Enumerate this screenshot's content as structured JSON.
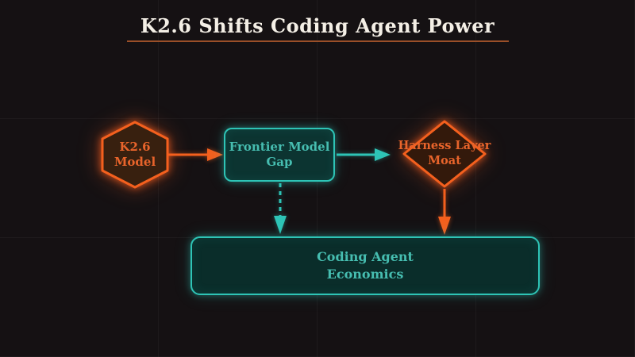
{
  "title": "K2.6 Shifts Coding Agent Power",
  "colors": {
    "background": "#151113",
    "grid_line": "#ffffff0a",
    "title_color": "#f4efe6",
    "underline": "#9a4f28",
    "orange": "#f4601e",
    "orange_text": "#e8642b",
    "teal": "#2ec4b6",
    "teal_text": "#46bdb0",
    "hex_fill": "#38200f",
    "diamond_fill": "#33190b",
    "rect_fill": "#0c3431",
    "bottom_fill": "#0a2d2a"
  },
  "nodes": {
    "k26_model": {
      "label": "K2.6\nModel",
      "shape": "hexagon",
      "color": "orange"
    },
    "frontier_gap": {
      "label": "Frontier Model\nGap",
      "shape": "rounded-rect",
      "color": "teal"
    },
    "harness_moat": {
      "label": "Harness Layer\nMoat",
      "shape": "diamond",
      "color": "orange"
    },
    "coding_economics": {
      "label": "Coding Agent\nEconomics",
      "shape": "rounded-rect",
      "color": "teal"
    }
  },
  "edges": [
    {
      "from": "k26_model",
      "to": "frontier_gap",
      "style": "solid",
      "color": "orange"
    },
    {
      "from": "frontier_gap",
      "to": "harness_moat",
      "style": "solid",
      "color": "teal"
    },
    {
      "from": "frontier_gap",
      "to": "coding_economics",
      "style": "dashed",
      "color": "teal"
    },
    {
      "from": "harness_moat",
      "to": "coding_economics",
      "style": "solid",
      "color": "orange"
    }
  ]
}
